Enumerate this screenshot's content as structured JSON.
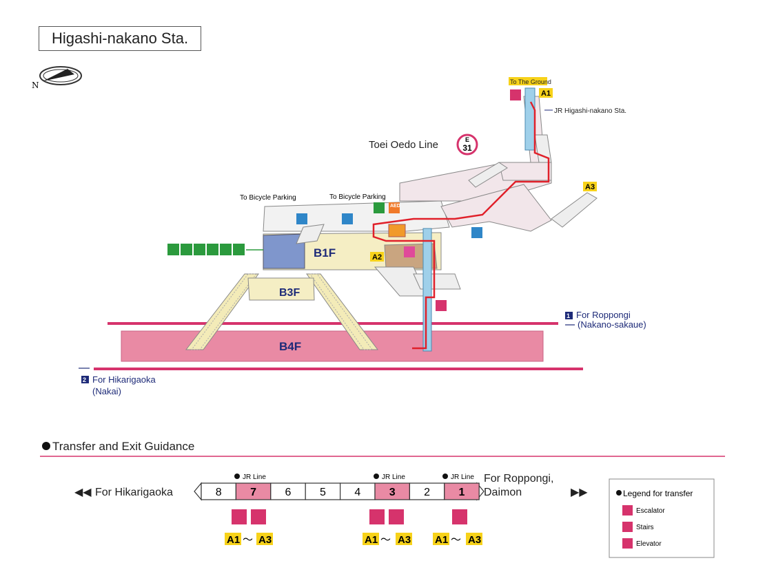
{
  "station": {
    "title": "Higashi-nakano Sta."
  },
  "compass": {
    "north": "N"
  },
  "line": {
    "name": "Toei Oedo Line",
    "code_letter": "E",
    "code_number": "31",
    "color": "#d6336c"
  },
  "floors": {
    "b1": "B1F",
    "b3": "B3F",
    "b4": "B4F"
  },
  "labels": {
    "to_the_ground": "To The Ground",
    "jr_station": "JR Higashi-nakano Sta.",
    "bicycle_left": "To Bicycle Parking",
    "bicycle_right": "To Bicycle Parking",
    "aed": "AED"
  },
  "exits": {
    "a1": "A1",
    "a2": "A2",
    "a3": "A3"
  },
  "directions": {
    "roppongi": {
      "num": "1",
      "label": "For Roppongi",
      "sub": "(Nakano-sakaue)"
    },
    "hikarigaoka": {
      "num": "2",
      "label": "For Hikarigaoka",
      "sub": "(Nakai)"
    }
  },
  "facility_icons": [
    "restroom-men-icon",
    "restroom-women-icon",
    "wheelchair-icon",
    "baby-care-icon",
    "ostomate-icon",
    "multipurpose-icon"
  ],
  "guidance": {
    "title": "Transfer and Exit Guidance",
    "left_label": "For Hikarigaoka",
    "right_label_1": "For Roppongi,",
    "right_label_2": "Daimon",
    "jr_line": "JR Line",
    "cars": [
      "8",
      "7",
      "6",
      "5",
      "4",
      "3",
      "2",
      "1"
    ],
    "highlighted": [
      "7",
      "3",
      "1"
    ],
    "exit_range": {
      "from": "A1",
      "sep": "〜",
      "to": "A3"
    }
  },
  "legend": {
    "title": "Legend for transfer",
    "items": [
      {
        "icon": "escalator-icon",
        "label": "Escalator"
      },
      {
        "icon": "stairs-icon",
        "label": "Stairs"
      },
      {
        "icon": "elevator-icon",
        "label": "Elevator"
      }
    ]
  },
  "colors": {
    "magenta": "#d6336c",
    "navy": "#1d2a78",
    "exit_yellow": "#f7d21a",
    "b1_floor": "#f5eec4",
    "b4_floor": "#e98aa4"
  }
}
